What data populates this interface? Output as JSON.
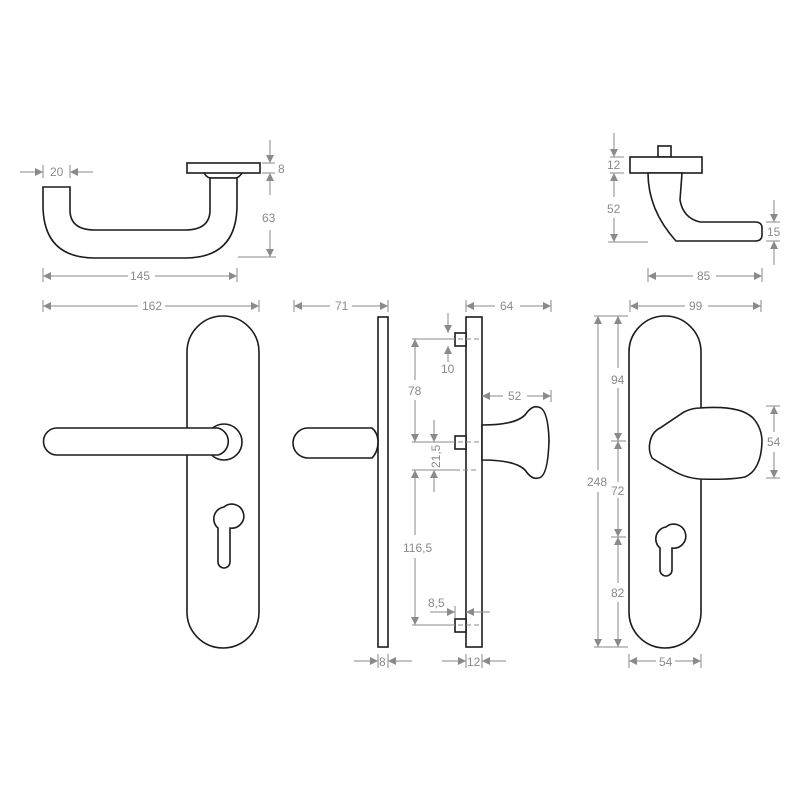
{
  "drawing": {
    "title": "Door handle set technical drawing",
    "colors": {
      "outline": "#1c1c1c",
      "dimension": "#8a8a8a",
      "background": "#ffffff"
    },
    "top_left_view": {
      "dim_tube_diameter": "20",
      "dim_rose_thickness": "8",
      "dim_projection": "63",
      "dim_lever_length": "145"
    },
    "top_right_view": {
      "dim_rose_thickness": "12",
      "dim_projection": "52",
      "dim_knob_thickness": "15",
      "dim_knob_length": "85"
    },
    "front_lever_view": {
      "dim_overall_width": "162"
    },
    "side_lever_view": {
      "dim_projection": "71",
      "dim_plate_thickness": "8"
    },
    "side_knob_view": {
      "dim_projection": "64",
      "dim_knob_projection": "52",
      "dim_top_pin": "10",
      "dim_pin_to_spindle": "78",
      "dim_spindle_offset": "21,5",
      "dim_spindle_to_pin": "116,5",
      "dim_pin_depth": "8,5",
      "dim_plate_thickness": "12"
    },
    "front_knob_view": {
      "dim_overall_width": "99",
      "dim_total_height": "248",
      "dim_top_to_spindle": "94",
      "dim_spindle_to_cylinder": "72",
      "dim_cylinder_to_bottom": "82",
      "dim_knob_height": "54",
      "dim_plate_width": "54"
    }
  }
}
